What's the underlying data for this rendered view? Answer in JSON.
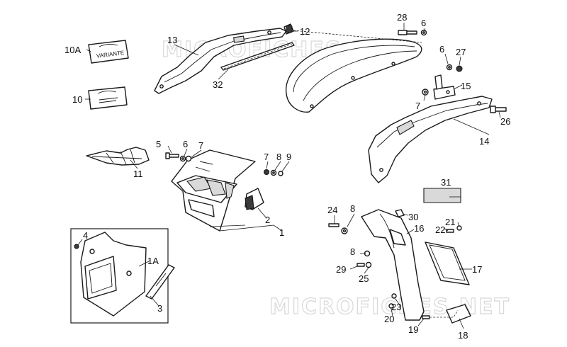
{
  "watermark": {
    "top": "MICROFICHES.NET",
    "bottom": "MICROFICHES.NET"
  },
  "decal_text": {
    "variante": "VARIANTE"
  },
  "callouts": {
    "c1": "1",
    "c1a": "1A",
    "c2": "2",
    "c3": "3",
    "c4": "4",
    "c5": "5",
    "c6a": "6",
    "c6b": "6",
    "c6c": "6",
    "c7a": "7",
    "c7b": "7",
    "c7c": "7",
    "c8a": "8",
    "c8b": "8",
    "c8c": "8",
    "c9": "9",
    "c10": "10",
    "c10a": "10A",
    "c11": "11",
    "c12": "12",
    "c13": "13",
    "c14": "14",
    "c15": "15",
    "c16": "16",
    "c17": "17",
    "c18": "18",
    "c19": "19",
    "c20": "20",
    "c21": "21",
    "c22": "22",
    "c23": "23",
    "c24": "24",
    "c25": "25",
    "c26": "26",
    "c27": "27",
    "c28": "28",
    "c29": "29",
    "c30": "30",
    "c31": "31",
    "c32": "32"
  }
}
